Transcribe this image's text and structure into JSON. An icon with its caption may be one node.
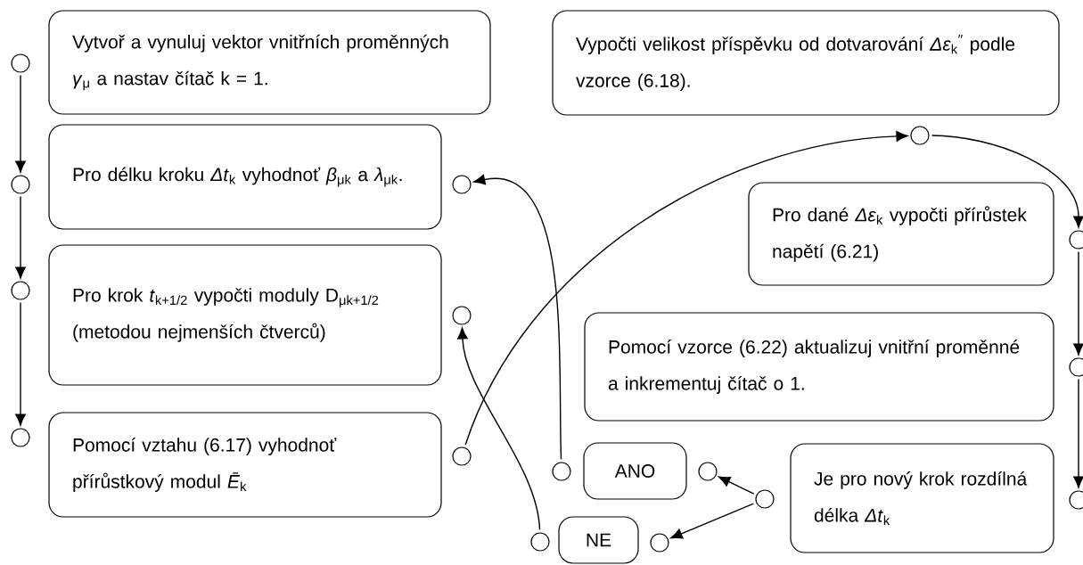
{
  "diagram": {
    "nodes": [
      {
        "text": [
          "Vytvoř a vynuluj vektor vnitřních proměnných *γ*$_{μ}$ a nastav čítač k = 1."
        ]
      },
      {
        "text": [
          "Pro délku kroku *Δt*$_{k}$ vyhodnoť *β*$_{μk}$ a *λ*$_{μk}$."
        ]
      },
      {
        "text": [
          "Pro krok *t*$_{k+1/2}$ vypočti moduly D$_{μk+1/2}$ (metodou nejmenších čtverců)"
        ]
      },
      {
        "text": [
          "Pomocí vztahu (6.17) vyhodnoť přírůstkový modul *Ē*$_{k}$"
        ]
      },
      {
        "text": [
          "Vypočti velikost příspěvku od dotvarování *Δε*$_{k}$$^{′′}$ podle vzorce (6.18)."
        ]
      },
      {
        "text": [
          "Pro dané *Δε*$_{k}$ vypočti přírůstek napětí (6.21)"
        ]
      },
      {
        "text": [
          "Pomocí vzorce (6.22) aktualizuj vnitřní proměnné a inkrementuj čítač o 1."
        ]
      },
      {
        "text": [
          "ANO"
        ]
      },
      {
        "text": [
          "NE"
        ]
      },
      {
        "text": [
          "Je pro nový krok rozdílná délka *Δt*$_{k}$"
        ]
      },
      {
        "text": [],
        "shape": "circle"
      },
      {
        "text": [],
        "shape": "circle"
      },
      {
        "text": [],
        "shape": "circle"
      },
      {
        "text": [],
        "shape": "circle"
      },
      {
        "text": [],
        "shape": "circle"
      },
      {
        "text": [],
        "shape": "circle"
      },
      {
        "text": [],
        "shape": "circle"
      },
      {
        "text": [],
        "shape": "circle"
      },
      {
        "text": [],
        "shape": "circle"
      },
      {
        "text": [],
        "shape": "circle"
      },
      {
        "text": [],
        "shape": "circle"
      },
      {
        "text": [],
        "shape": "circle"
      },
      {
        "text": [],
        "shape": "circle"
      },
      {
        "text": [],
        "shape": "circle"
      },
      {
        "text": [],
        "shape": "circle"
      },
      {
        "text": [],
        "shape": "circle"
      }
    ],
    "edges": [
      {
        "from": 10,
        "to": 11,
        "arrow": "to"
      },
      {
        "from": 11,
        "to": 12,
        "arrow": "to"
      },
      {
        "from": 12,
        "to": 13,
        "arrow": "to"
      },
      {
        "from": 21,
        "to": 14,
        "arrow": "to"
      },
      {
        "from": 24,
        "to": 15,
        "arrow": "to"
      },
      {
        "from": 16,
        "to": 17,
        "arrow": "to"
      },
      {
        "from": 17,
        "to": 18,
        "arrow": "to"
      },
      {
        "from": 18,
        "to": 19,
        "arrow": "to"
      },
      {
        "from": 19,
        "to": 20,
        "arrow": "to"
      },
      {
        "from": 23,
        "to": 22,
        "arrow": "to"
      },
      {
        "from": 23,
        "to": 25,
        "arrow": "to"
      }
    ]
  }
}
